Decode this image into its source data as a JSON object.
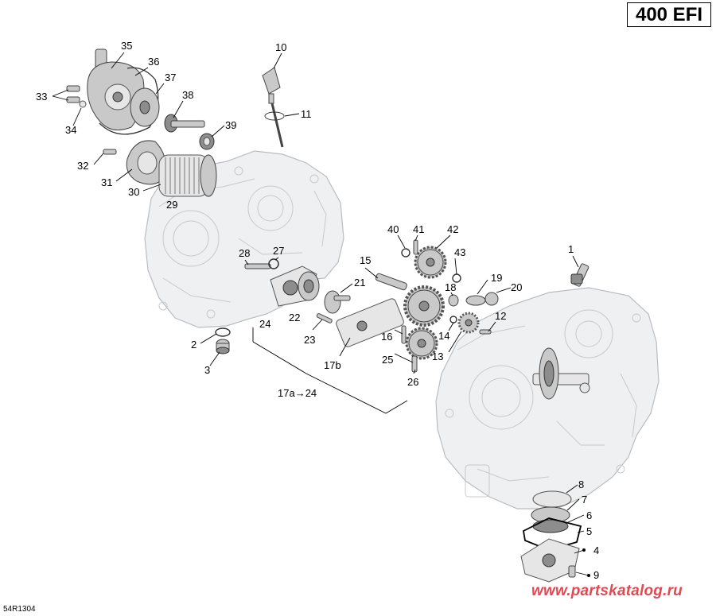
{
  "header": {
    "model": "400 EFI"
  },
  "footer": {
    "drawing_code": "54R1304",
    "watermark": "www.partskatalog.ru"
  },
  "callouts": {
    "c1": "1",
    "c2": "2",
    "c3": "3",
    "c4": "4",
    "c5": "5",
    "c6": "6",
    "c7": "7",
    "c8": "8",
    "c9": "9",
    "c10": "10",
    "c11": "11",
    "c12": "12",
    "c13": "13",
    "c14": "14",
    "c15": "15",
    "c16": "16",
    "c17b": "17b",
    "c17a24": "17a→24",
    "c18": "18",
    "c19": "19",
    "c20": "20",
    "c21": "21",
    "c22": "22",
    "c23": "23",
    "c24": "24",
    "c25": "25",
    "c26": "26",
    "c27": "27",
    "c28": "28",
    "c29": "29",
    "c30": "30",
    "c31": "31",
    "c32": "32",
    "c33": "33",
    "c34": "34",
    "c35": "35",
    "c36": "36",
    "c37": "37",
    "c38": "38",
    "c39": "39",
    "c40": "40",
    "c41": "41",
    "c42": "42",
    "c43": "43"
  }
}
